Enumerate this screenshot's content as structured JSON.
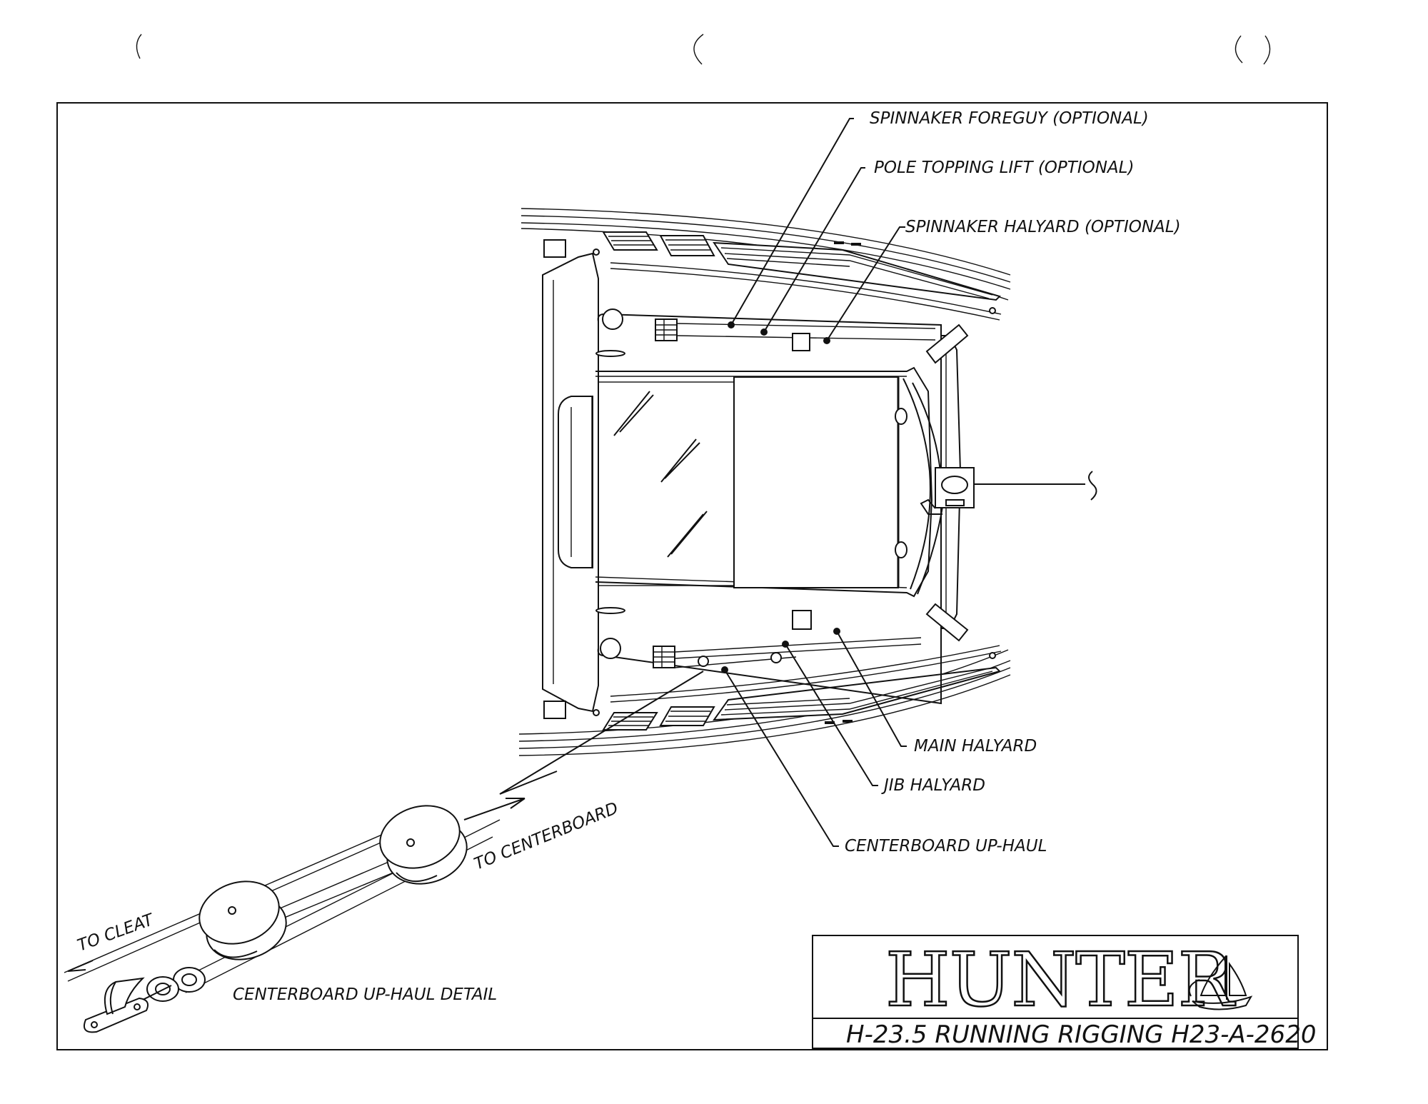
{
  "callouts": {
    "spinnaker_foreguy": "SPINNAKER FOREGUY (OPTIONAL)",
    "pole_topping_lift": "POLE TOPPING LIFT (OPTIONAL)",
    "spinnaker_halyard": "SPINNAKER HALYARD (OPTIONAL)",
    "main_halyard": "MAIN HALYARD",
    "jib_halyard": "JIB HALYARD",
    "centerboard_uphaul": "CENTERBOARD UP-HAUL"
  },
  "detail": {
    "to_cleat": "TO CLEAT",
    "to_centerboard": "TO CENTERBOARD",
    "caption": "CENTERBOARD UP-HAUL DETAIL"
  },
  "title_block": {
    "brand": "HUNTER",
    "drawing_title": "H-23.5 RUNNING RIGGING H23-A-2620"
  }
}
